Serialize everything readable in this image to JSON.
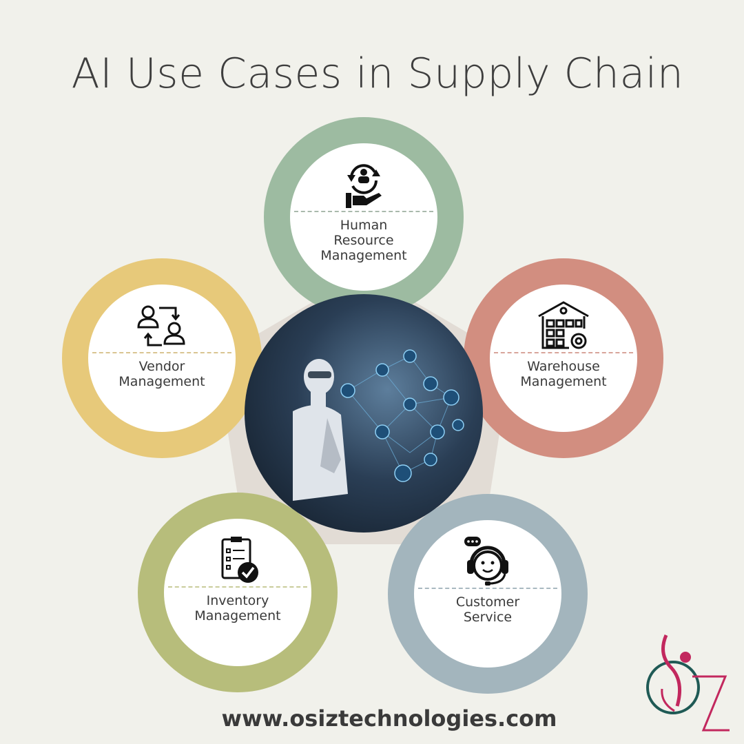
{
  "title": "AI Use Cases in Supply Chain",
  "colors": {
    "background": "#f1f1eb",
    "hr": "#9dbba1",
    "vendor": "#e7c97a",
    "warehouse": "#d28e80",
    "inventory": "#b7bd7b",
    "customer": "#a3b5bd"
  },
  "use_cases": [
    {
      "id": "hr",
      "lines": [
        "Human",
        "Resource",
        "Management"
      ],
      "icon": "hand-user-cycle-icon"
    },
    {
      "id": "vendor",
      "lines": [
        "Vendor",
        "Management"
      ],
      "icon": "user-exchange-icon"
    },
    {
      "id": "warehouse",
      "lines": [
        "Warehouse",
        "Management"
      ],
      "icon": "warehouse-gear-icon"
    },
    {
      "id": "inventory",
      "lines": [
        "Inventory",
        "Management"
      ],
      "icon": "clipboard-check-icon"
    },
    {
      "id": "customer",
      "lines": [
        "Customer",
        "Service"
      ],
      "icon": "headset-support-icon"
    }
  ],
  "footer_url": "www.osiztechnologies.com",
  "logo_text": "OSIZ"
}
